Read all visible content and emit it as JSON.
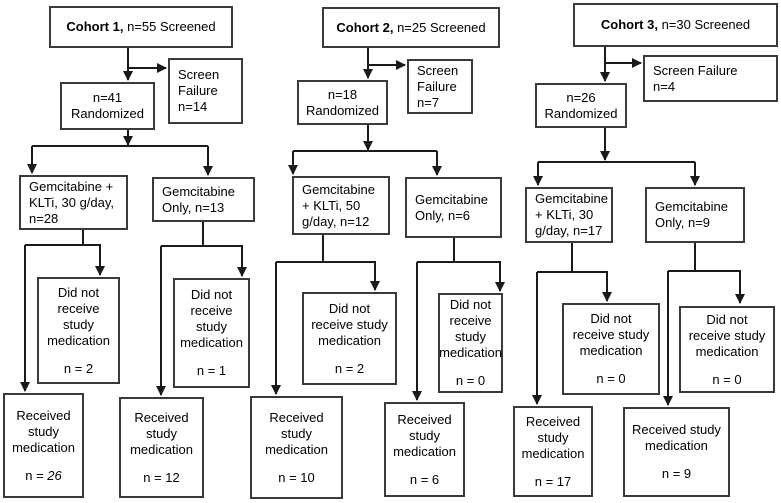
{
  "colors": {
    "background": "#ffffff",
    "box_border": "#3a3a3a",
    "connector": "#1a1a1a",
    "text": "#000000"
  },
  "cohorts": [
    {
      "name": "Cohort 1",
      "header_bold": "Cohort 1,",
      "header_rest": " n=55 Screened",
      "screen_failure": {
        "lines": [
          "Screen",
          "Failure",
          "n=14"
        ]
      },
      "randomized": {
        "lines": [
          "n=41",
          "Randomized"
        ]
      },
      "arm_klti": {
        "lines": [
          "Gemcitabine +",
          "KLTi, 30 g/day,",
          "n=28"
        ]
      },
      "arm_gem_only": {
        "lines": [
          "Gemcitabine",
          "Only, n=13"
        ]
      },
      "klti_did_not_receive": {
        "lines": [
          "Did not",
          "receive",
          "study",
          "medication"
        ],
        "n_label": "n = ",
        "n_value": "2"
      },
      "gem_did_not_receive": {
        "lines": [
          "Did not",
          "receive",
          "study",
          "medication"
        ],
        "n_label": "n = ",
        "n_value": "1"
      },
      "klti_received": {
        "lines": [
          "Received",
          "study",
          "medication"
        ],
        "n_label": "n = ",
        "n_value": "26",
        "n_value_italic": true
      },
      "gem_received": {
        "lines": [
          "Received",
          "study",
          "medication"
        ],
        "n_label": "n = ",
        "n_value": "12"
      }
    },
    {
      "name": "Cohort 2",
      "header_bold": "Cohort 2,",
      "header_rest": " n=25 Screened",
      "screen_failure": {
        "lines": [
          "Screen",
          "Failure",
          "n=7"
        ]
      },
      "randomized": {
        "lines": [
          "n=18",
          "Randomized"
        ]
      },
      "arm_klti": {
        "lines": [
          "Gemcitabine",
          "+ KLTi, 50",
          "g/day, n=12"
        ]
      },
      "arm_gem_only": {
        "lines": [
          "Gemcitabine",
          "Only, n=6"
        ]
      },
      "klti_did_not_receive": {
        "lines": [
          "Did not",
          "receive study",
          "medication"
        ],
        "n_label": "n = ",
        "n_value": "2"
      },
      "gem_did_not_receive": {
        "lines": [
          "Did not",
          "receive",
          "study",
          "medication"
        ],
        "n_label": "n = ",
        "n_value": "0"
      },
      "klti_received": {
        "lines": [
          "Received",
          "study",
          "medication"
        ],
        "n_label": "n = ",
        "n_value": "10"
      },
      "gem_received": {
        "lines": [
          "Received",
          "study",
          "medication"
        ],
        "n_label": "n = ",
        "n_value": "6"
      }
    },
    {
      "name": "Cohort 3",
      "header_bold": "Cohort 3,",
      "header_rest": " n=30 Screened",
      "screen_failure": {
        "lines": [
          "Screen Failure",
          "n=4"
        ]
      },
      "randomized": {
        "lines": [
          "n=26",
          "Randomized"
        ]
      },
      "arm_klti": {
        "lines": [
          "Gemcitabine",
          "+ KLTi, 30",
          "g/day, n=17"
        ]
      },
      "arm_gem_only": {
        "lines": [
          "Gemcitabine",
          "Only, n=9"
        ]
      },
      "klti_did_not_receive": {
        "lines": [
          "Did not",
          "receive study",
          "medication"
        ],
        "n_label": "n = ",
        "n_value": "0"
      },
      "gem_did_not_receive": {
        "lines": [
          "Did not",
          "receive study",
          "medication"
        ],
        "n_label": "n = ",
        "n_value": "0"
      },
      "klti_received": {
        "lines": [
          "Received",
          "study",
          "medication"
        ],
        "n_label": "n = ",
        "n_value": "17"
      },
      "gem_received": {
        "lines": [
          "Received study",
          "medication"
        ],
        "n_label": "n = ",
        "n_value": "9"
      }
    }
  ]
}
